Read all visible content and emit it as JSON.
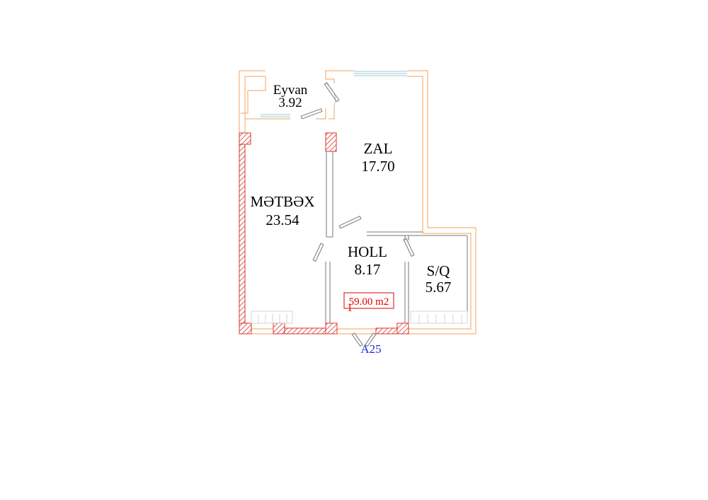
{
  "colors": {
    "outer_wall": "#f5a25a",
    "inner_wall": "#777777",
    "hatch": "#d9342b",
    "window": "#9ccbd6",
    "area_text": "#e00000",
    "unit_text": "#1a2ad6",
    "label_text": "#000000"
  },
  "rooms": {
    "eyvan": {
      "name": "Eyvan",
      "area": "3.92"
    },
    "zal": {
      "name": "ZAL",
      "area": "17.70"
    },
    "metbex": {
      "name": "MƏTBƏX",
      "area": "23.54"
    },
    "holl": {
      "name": "HOLL",
      "area": "8.17"
    },
    "sq": {
      "name": "S/Q",
      "area": "5.67"
    }
  },
  "total": {
    "prefix": "1",
    "area": "59.00 m2"
  },
  "unit": {
    "code": "A25"
  }
}
